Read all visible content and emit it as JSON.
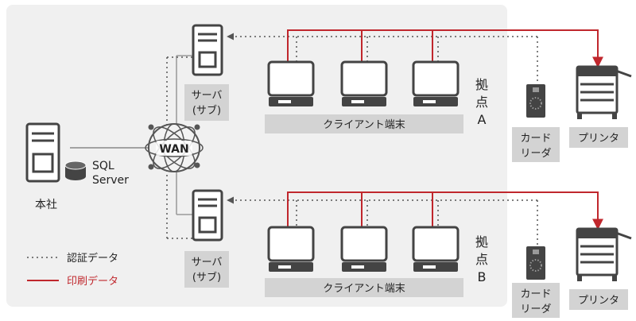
{
  "colors": {
    "background_panel": "#f0f0f0",
    "label_box": "#d3d3d3",
    "print_line": "#c0272d",
    "auth_line": "#555555",
    "device_fill": "#ffffff",
    "device_stroke": "#444444"
  },
  "headquarters": {
    "label": "本社",
    "db_label_1": "SQL",
    "db_label_2": "Server"
  },
  "wan": {
    "label": "WAN"
  },
  "sites": [
    {
      "server_label_1": "サーバ",
      "server_label_2": "(サブ)",
      "clients_label": "クライアント端末",
      "site_label_1": "拠",
      "site_label_2": "点",
      "site_label_3": "A",
      "card_reader_label_1": "カード",
      "card_reader_label_2": "リーダ",
      "printer_label": "プリンタ"
    },
    {
      "server_label_1": "サーバ",
      "server_label_2": "(サブ)",
      "clients_label": "クライアント端末",
      "site_label_1": "拠",
      "site_label_2": "点",
      "site_label_3": "B",
      "card_reader_label_1": "カード",
      "card_reader_label_2": "リーダ",
      "printer_label": "プリンタ"
    }
  ],
  "legend": {
    "auth_label": "認証データ",
    "print_label": "印刷データ"
  }
}
